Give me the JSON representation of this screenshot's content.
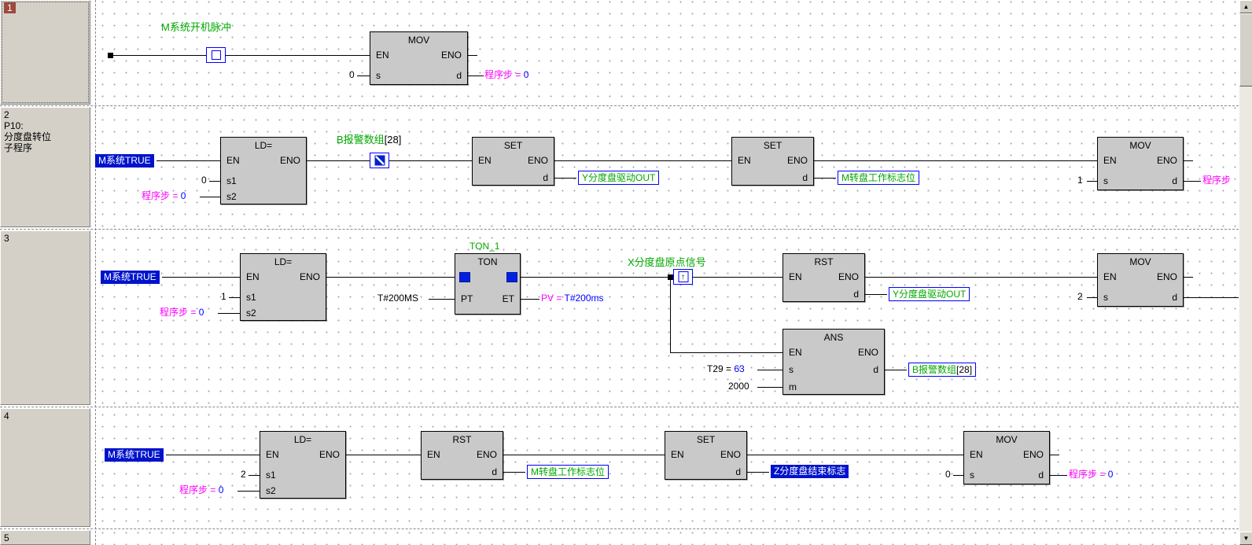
{
  "titles": {
    "mov": "MOV",
    "ld": "LD=",
    "set": "SET",
    "rst": "RST",
    "ton": "TON",
    "ans": "ANS",
    "ton_inst": "TON_1"
  },
  "pins": {
    "en": "EN",
    "eno": "ENO",
    "s": "s",
    "d": "d",
    "s1": "s1",
    "s2": "s2",
    "pt": "PT",
    "et": "ET",
    "m": "m"
  },
  "sidebar": {
    "c1": "1",
    "c2": "2",
    "c2_label": "P10:\n分度盘转位\n子程序",
    "c3": "3",
    "c4": "4",
    "c5": "5"
  },
  "sym": {
    "up": "▲",
    "down": "▼",
    "rise": "↑"
  },
  "r1": {
    "comment": "M系统开机脉冲",
    "s": "0",
    "out_name": "程序步 =",
    "out_val": "0"
  },
  "r2": {
    "tag": "M系统TRUE",
    "s1": "0",
    "s2_name": "程序步 =",
    "s2_val": "0",
    "c_comment": "B报警数组",
    "c_idx": "[28]",
    "set1_d": "Y分度盘驱动OUT",
    "set2_d": "M转盘工作标志位",
    "mov_s": "1",
    "mov_d": "程序步"
  },
  "r3": {
    "tag": "M系统TRUE",
    "s1": "1",
    "s2_name": "程序步 =",
    "s2_val": "0",
    "pt": "T#200MS",
    "et_name": "PV =",
    "et_val": "T#200ms",
    "edge_comment": "X分度盘原点信号",
    "rst_d": "Y分度盘驱动OUT",
    "mov_s": "2",
    "ans_s_name": "T29 =",
    "ans_s_val": "63",
    "ans_m": "2000",
    "ans_d": "B报警数组",
    "ans_d_idx": "[28]"
  },
  "r4": {
    "tag": "M系统TRUE",
    "s1": "2",
    "s2_name": "程序步 =",
    "s2_val": "0",
    "rst_d": "M转盘工作标志位",
    "set_d": "Z分度盘结束标志",
    "mov_s": "0",
    "mov_d_name": "程序步 =",
    "mov_d_val": "0"
  }
}
